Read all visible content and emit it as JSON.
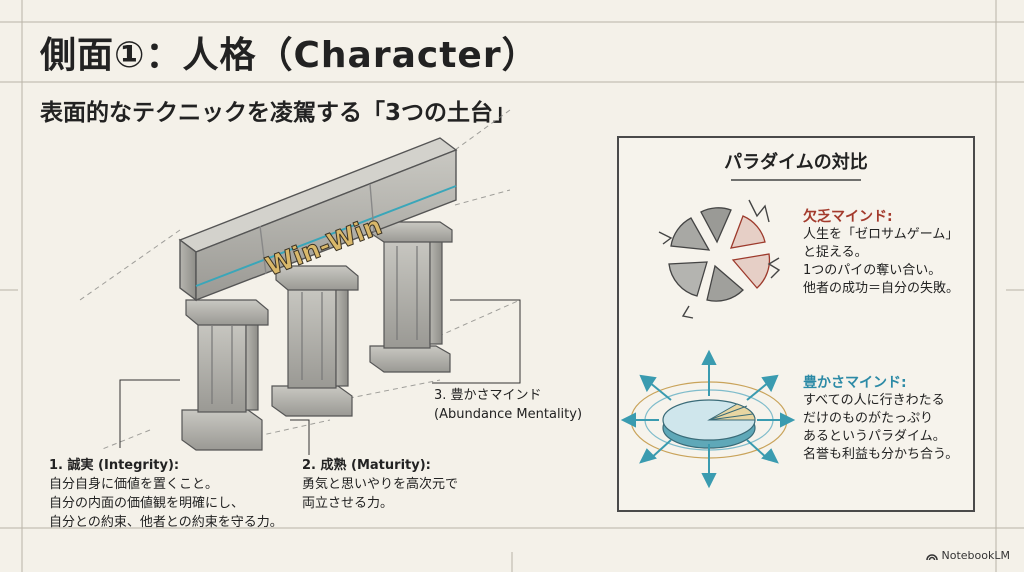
{
  "header": {
    "title": "側面①：人格（Character）",
    "subtitle": "表面的なテクニックを凌駕する「3つの土台」"
  },
  "diagram": {
    "lintel_text": "Win-Win",
    "pillars": [
      {
        "heading": "1. 誠実 (Integrity):",
        "lines": [
          "自分自身に価値を置くこと。",
          "自分の内面の価値観を明確にし、",
          "自分との約束、他者との約束を守る力。"
        ]
      },
      {
        "heading": "2. 成熟 (Maturity):",
        "lines": [
          "勇気と思いやりを高次元で",
          "両立させる力。"
        ]
      },
      {
        "heading": "3. 豊かさマインド",
        "lines": [
          "(Abundance Mentality)"
        ]
      }
    ]
  },
  "panel": {
    "title": "パラダイムの対比",
    "scarcity": {
      "heading": "欠乏マインド:",
      "lines": [
        "人生を「ゼロサムゲーム」",
        "と捉える。",
        "1つのパイの奪い合い。",
        "他者の成功＝自分の失敗。"
      ],
      "accent": "#a33a2c"
    },
    "abundance": {
      "heading": "豊かさマインド:",
      "lines": [
        "すべての人に行きわたる",
        "だけのものがたっぷり",
        "あるというパラダイム。",
        "名誉も利益も分かち合う。"
      ],
      "accent": "#2c8aa6"
    }
  },
  "branding": {
    "label": "NotebookLM"
  }
}
